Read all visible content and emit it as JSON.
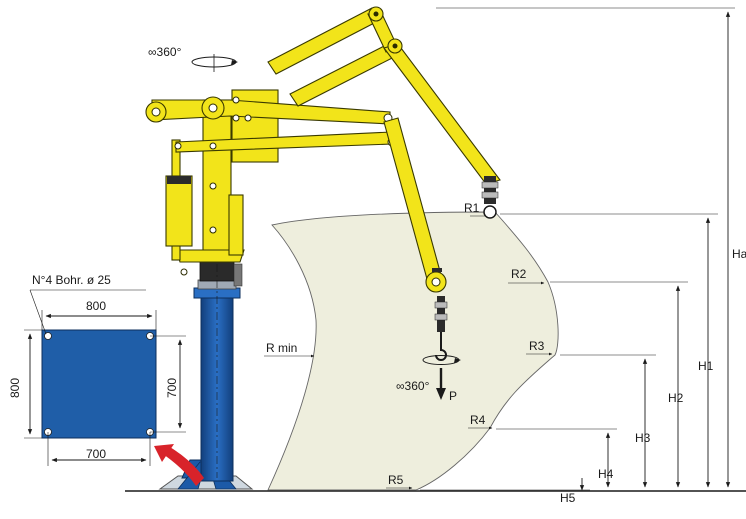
{
  "labels": {
    "rotation_top": "∞360°",
    "rotation_hook": "∞360°",
    "load": "P",
    "bolt_note": "N°4 Bohr. ø 25",
    "plate_top": "800",
    "plate_left": "800",
    "plate_bottom": "700",
    "plate_right": "700",
    "r_min": "R min",
    "r1": "R1",
    "r2": "R2",
    "r3": "R3",
    "r4": "R4",
    "r5": "R5",
    "ha": "Ha",
    "h1": "H1",
    "h2": "H2",
    "h3": "H3",
    "h4": "H4",
    "h5": "H5"
  },
  "colors": {
    "arm": "#f2e41a",
    "column": "#1c5aa8",
    "plate": "#1f5ea8",
    "envelope": "#eeeedd",
    "arrow": "#d8232a"
  }
}
